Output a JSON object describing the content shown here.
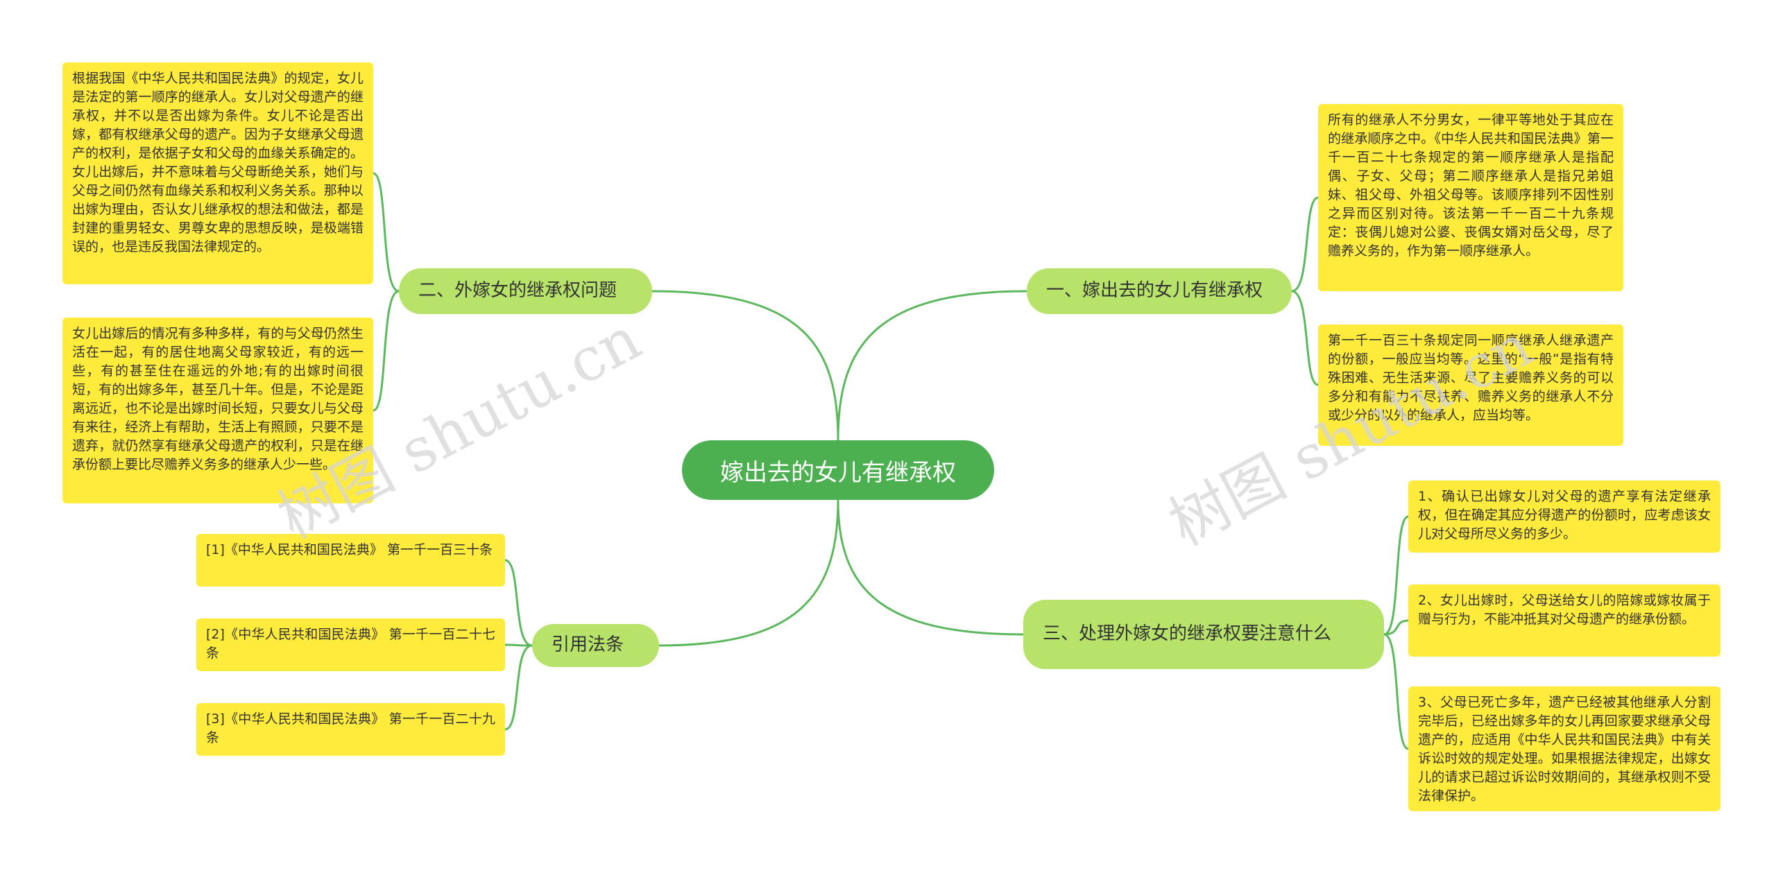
{
  "root": {
    "label": "嫁出去的女儿有继承权"
  },
  "branches": {
    "b1": {
      "label": "一、嫁出去的女儿有继承权"
    },
    "b2": {
      "label": "二、外嫁女的继承权问题"
    },
    "b3": {
      "label": "三、处理外嫁女的继承权要注意什么"
    },
    "b4": {
      "label": "引用法条"
    }
  },
  "leaves": {
    "b1_1": "所有的继承人不分男女，一律平等地处于其应在的继承顺序之中。《中华人民共和国民法典》第一千一百二十七条规定的第一顺序继承人是指配偶、子女、父母；第二顺序继承人是指兄弟姐妹、祖父母、外祖父母等。该顺序排列不因性别之异而区别对待。该法第一千一百二十九条规定：丧偶儿媳对公婆、丧偶女婿对岳父母，尽了赡养义务的，作为第一顺序继承人。",
    "b1_2": "第一千一百三十条规定同一顺序继承人继承遗产的份额，一般应当均等。这里的“一般”是指有特殊困难、无生活来源、尽了主要赡养义务的可以多分和有能力不尽扶养、赡养义务的继承人不分或少分的以外的继承人，应当均等。",
    "b2_1": "根据我国《中华人民共和国民法典》的规定，女儿是法定的第一顺序的继承人。女儿对父母遗产的继承权，并不以是否出嫁为条件。女儿不论是否出嫁，都有权继承父母的遗产。因为子女继承父母遗产的权利，是依据子女和父母的血缘关系确定的。女儿出嫁后，并不意味着与父母断绝关系，她们与父母之间仍然有血缘关系和权利义务关系。那种以出嫁为理由，否认女儿继承权的想法和做法，都是封建的重男轻女、男尊女卑的思想反映，是极端错误的，也是违反我国法律规定的。",
    "b2_2": "女儿出嫁后的情况有多种多样，有的与父母仍然生活在一起，有的居住地离父母家较近，有的远一些，有的甚至住在遥远的外地;有的出嫁时间很短，有的出嫁多年，甚至几十年。但是，不论是距离远近，也不论是出嫁时间长短，只要女儿与父母有来往，经济上有帮助，生活上有照顾，只要不是遗弃，就仍然享有继承父母遗产的权利，只是在继承份额上要比尽赡养义务多的继承人少一些。",
    "b3_1": "1、确认已出嫁女儿对父母的遗产享有法定继承权，但在确定其应分得遗产的份额时，应考虑该女儿对父母所尽义务的多少。",
    "b3_2": "2、女儿出嫁时，父母送给女儿的陪嫁或嫁妆属于赠与行为，不能冲抵其对父母遗产的继承份额。",
    "b3_3": "3、父母已死亡多年，遗产已经被其他继承人分割完毕后，已经出嫁多年的女儿再回家要求继承父母遗产的，应适用《中华人民共和国民法典》中有关诉讼时效的规定处理。如果根据法律规定，出嫁女儿的请求已超过诉讼时效期间的，其继承权则不受法律保护。",
    "b4_1": "[1]《中华人民共和国民法典》 第一千一百三十条",
    "b4_2": "[2]《中华人民共和国民法典》 第一千一百二十七条",
    "b4_3": "[3]《中华人民共和国民法典》 第一千一百二十九条"
  },
  "watermarks": {
    "left": "树图 shutu.cn",
    "right": "树图 shutu.cn"
  },
  "colors": {
    "root_fill": "#4caf50",
    "branch_fill": "#b7e36b",
    "leaf_fill": "#ffeb3b",
    "link_stroke": "#5cb85c"
  }
}
